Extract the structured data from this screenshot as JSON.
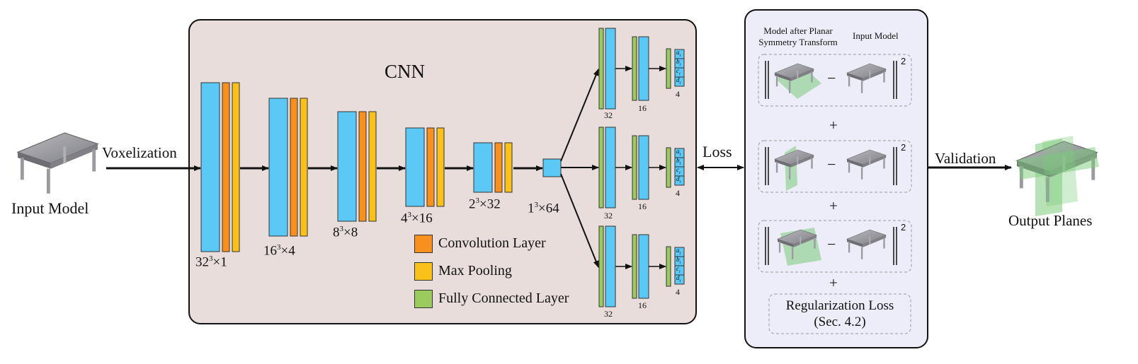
{
  "input": {
    "label": "Input Model"
  },
  "voxelization_label": "Voxelization",
  "cnn": {
    "title": "CNN",
    "stage_labels": [
      {
        "base": "32",
        "sup": "3",
        "rest": "×1"
      },
      {
        "base": "16",
        "sup": "3",
        "rest": "×4"
      },
      {
        "base": "8",
        "sup": "3",
        "rest": "×8"
      },
      {
        "base": "4",
        "sup": "3",
        "rest": "×16"
      },
      {
        "base": "2",
        "sup": "3",
        "rest": "×32"
      },
      {
        "base": "1",
        "sup": "3",
        "rest": "×64"
      }
    ],
    "fc_sizes": [
      "32",
      "16",
      "4"
    ],
    "plane_params": [
      "a",
      "b",
      "c",
      "d"
    ],
    "plane_param_subscript": "i"
  },
  "legend": {
    "items": [
      {
        "label": "Convolution Layer",
        "color": "#F7901E"
      },
      {
        "label": "Max Pooling",
        "color": "#FBC11B"
      },
      {
        "label": "Fully Connected Layer",
        "color": "#9BCB5E"
      }
    ]
  },
  "loss": {
    "label": "Loss",
    "header_left": [
      "Model after Planar",
      "Symmetry Transform"
    ],
    "header_right": "Input Model",
    "minus": "−",
    "exponent": "2",
    "plus": "+",
    "regularization": [
      "Regularization Loss",
      "(Sec. 4.2)"
    ]
  },
  "validation_label": "Validation",
  "output": {
    "label": "Output Planes"
  },
  "colors": {
    "cnn_bg": "#E9DDDB",
    "loss_bg": "#EDEDF9",
    "blue_layer": "#5BC8F5",
    "conv": "#F7901E",
    "pool": "#FBC11B",
    "fc": "#9BCB5E",
    "table": "#8C8C91",
    "plane": "#7ACB7A"
  }
}
